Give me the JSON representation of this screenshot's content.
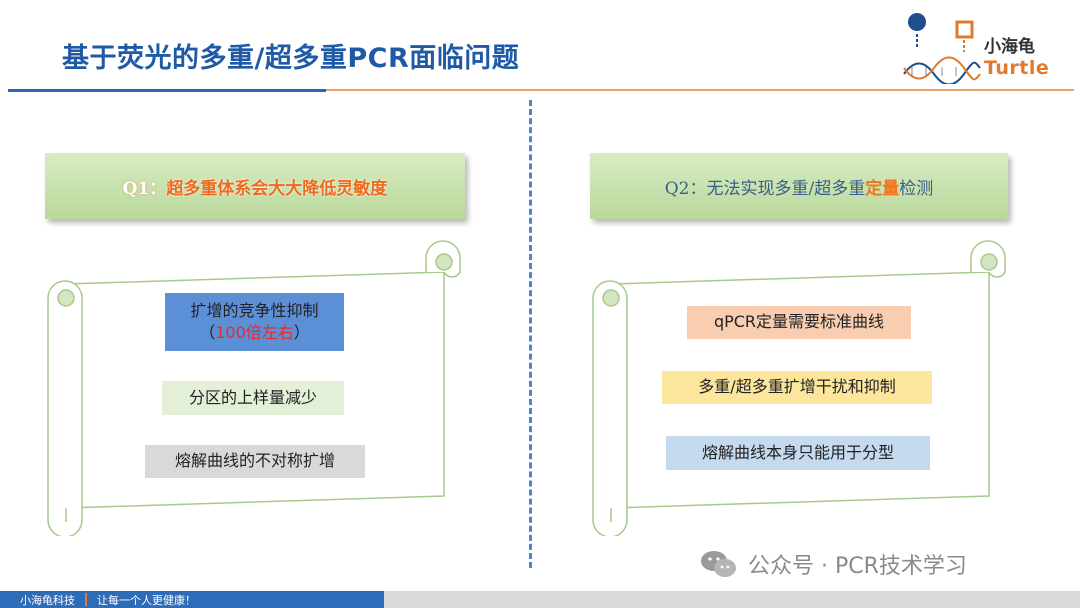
{
  "slide": {
    "title": "基于荧光的多重/超多重PCR面临问题"
  },
  "logo": {
    "name_cn": "小海龟",
    "name_en": "Turtle",
    "colors": {
      "blue": "#1f4e8c",
      "orange": "#e27a2d"
    }
  },
  "left_panel": {
    "question_prefix": "Q1：",
    "question_text": "超多重体系会大大降低灵敏度",
    "items": [
      {
        "line1": "扩增的竞争性抑制",
        "line2_open": "（",
        "line2_red": "100倍左右",
        "line2_close": "）"
      },
      {
        "text": "分区的上样量减少"
      },
      {
        "text": "熔解曲线的不对称扩增"
      }
    ]
  },
  "right_panel": {
    "question_prefix": "Q2：",
    "question_text_a": "无法实现多重/超多重",
    "question_highlight": "定量",
    "question_text_b": "检测",
    "items": [
      {
        "text": "qPCR定量需要标准曲线"
      },
      {
        "text": "多重/超多重扩增干扰和抑制"
      },
      {
        "text": "熔解曲线本身只能用于分型"
      }
    ]
  },
  "watermark": {
    "text": "公众号 · PCR技术学习"
  },
  "footer": {
    "company": "小海龟科技",
    "slogan": "让每一个人更健康！"
  }
}
